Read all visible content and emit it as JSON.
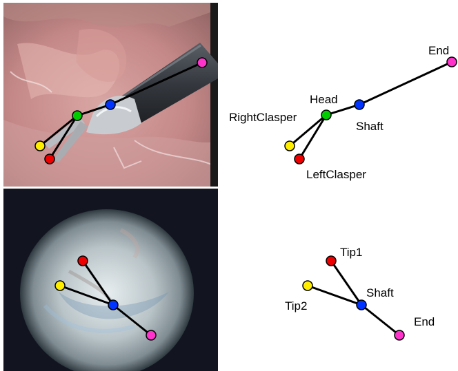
{
  "skeletons": [
    {
      "id": "top",
      "labels": {
        "head": "Head",
        "right_clasper": "RightClasper",
        "shaft": "Shaft",
        "left_clasper": "LeftClasper",
        "end": "End"
      }
    },
    {
      "id": "bottom",
      "labels": {
        "tip1": "Tip1",
        "tip2": "Tip2",
        "shaft": "Shaft",
        "end": "End"
      }
    }
  ],
  "colors": {
    "head": "#00cc00",
    "shaft": "#0033ff",
    "end": "#ff33cc",
    "yellow_joint": "#ffee00",
    "red_joint": "#ee0000",
    "bone": "#000000"
  }
}
